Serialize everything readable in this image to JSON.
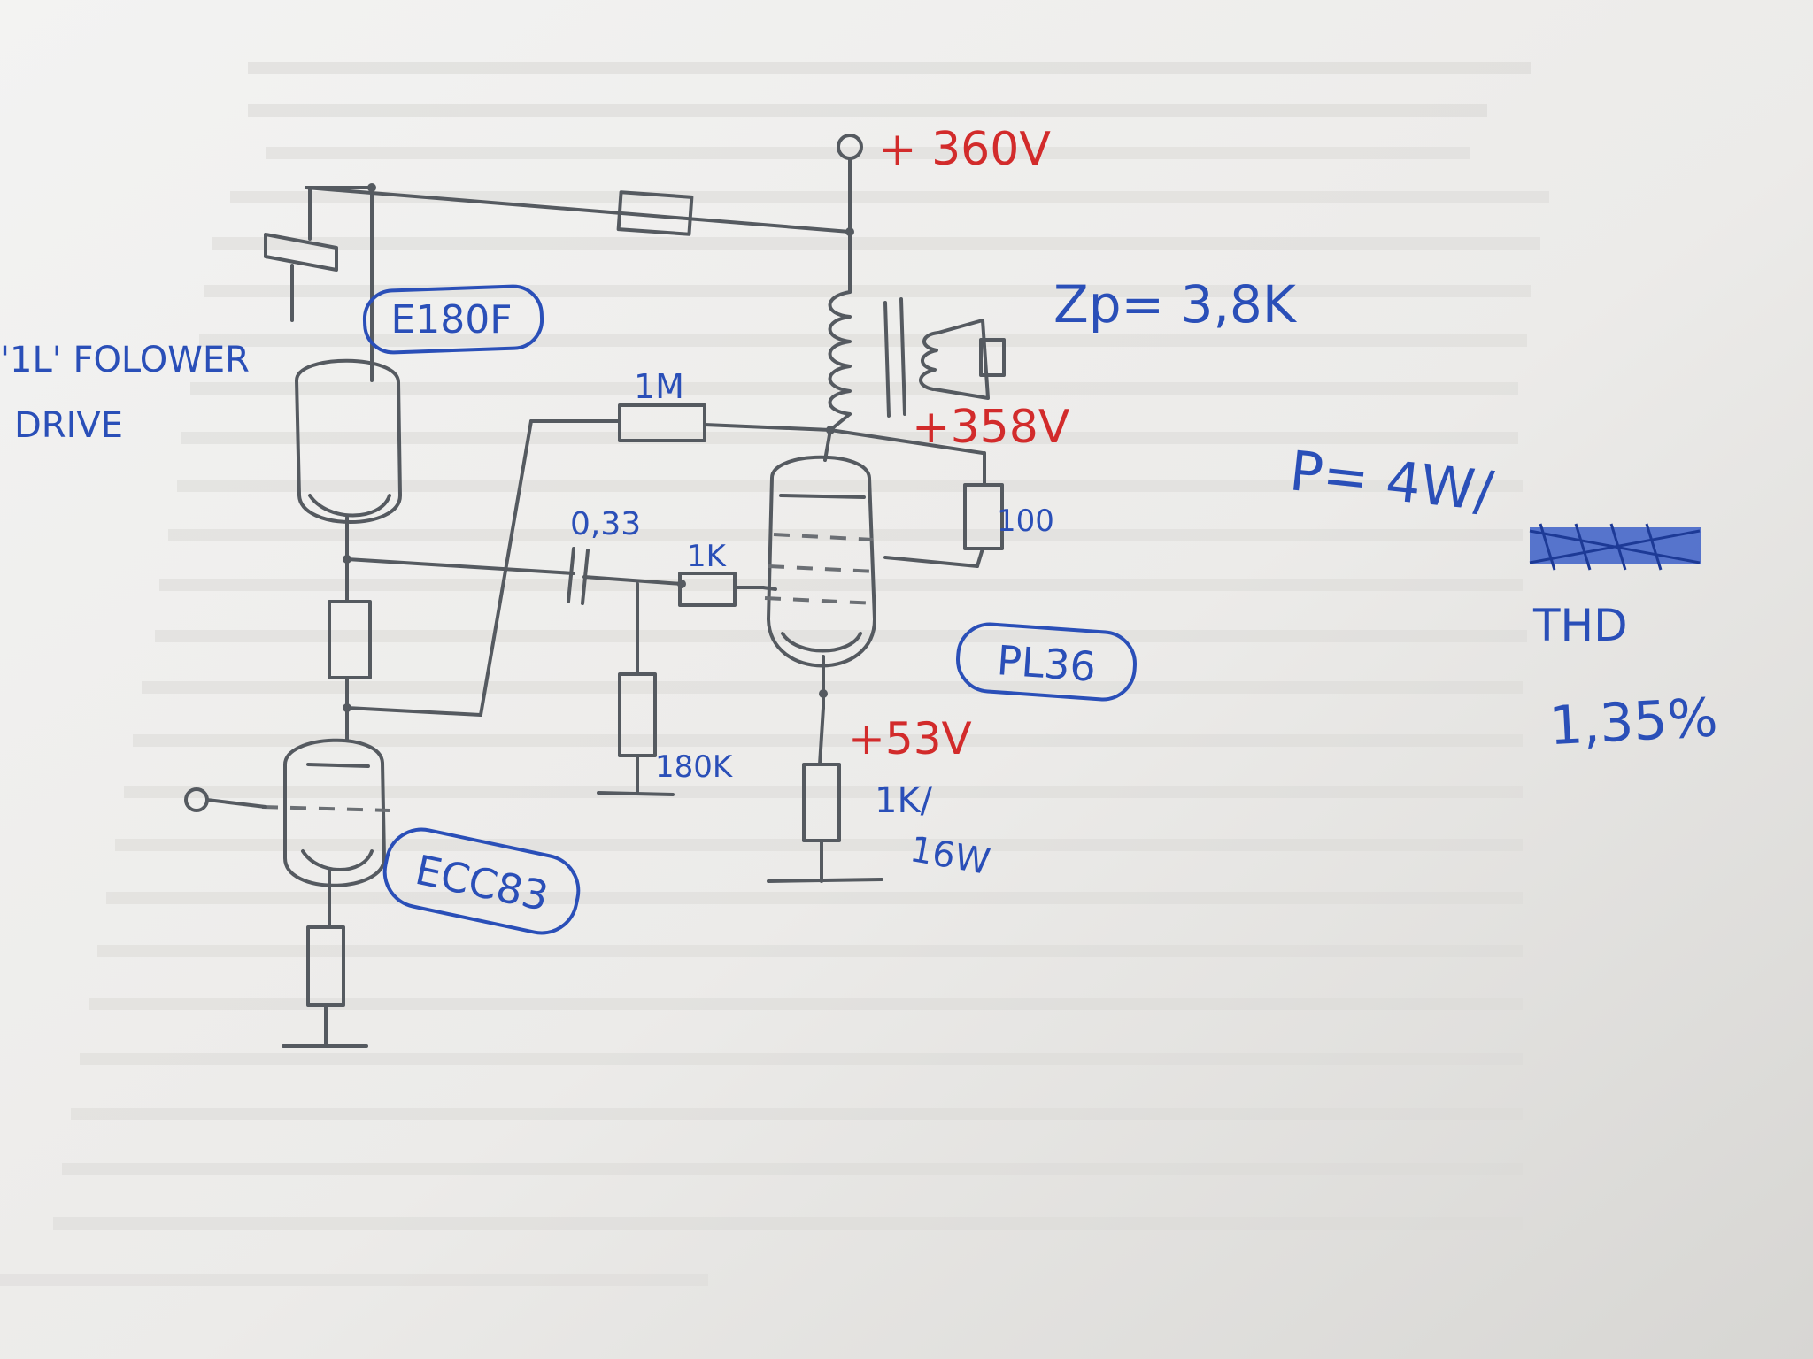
{
  "labels": {
    "supply_voltage": "+ 360V",
    "plate_voltage": "+358V",
    "cathode_voltage": "+53V",
    "driver_tube": "E180F",
    "input_tube": "ECC83",
    "output_tube": "PL36",
    "follower_line1": "'1L' FOLOWER",
    "follower_line2": "DRIVE",
    "resistor_1m": "1M",
    "capacitor": "0,33",
    "resistor_1k": "1K",
    "resistor_180k": "180K",
    "resistor_100": "100",
    "resistor_cathode_a": "1K/",
    "resistor_cathode_b": "16W",
    "impedance": "Zp= 3,8K",
    "power": "P= 4W/",
    "thd_label": "THD",
    "thd_value": "1,35%"
  },
  "colors": {
    "pencil": "#555a60",
    "blue_ink": "#2a4fb8",
    "red_ink": "#d22b2b",
    "paper": "#f1f0ee"
  }
}
